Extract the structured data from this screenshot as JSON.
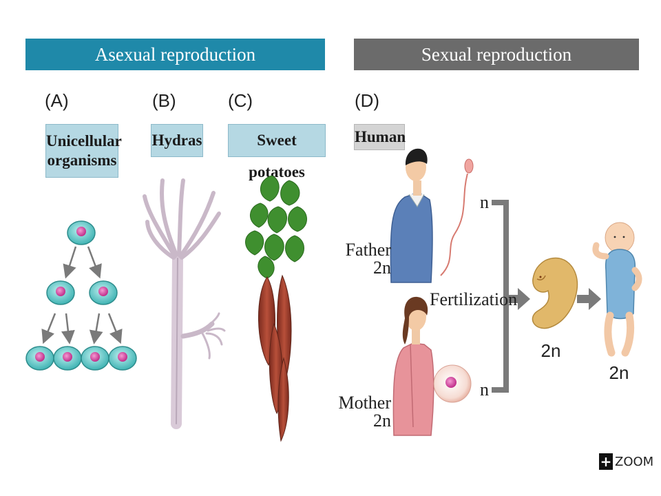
{
  "headers": {
    "asexual": "Asexual reproduction",
    "sexual": "Sexual reproduction"
  },
  "panels": [
    {
      "letter": "(A)",
      "label_line1": "Unicellular",
      "label_line2": "organisms"
    },
    {
      "letter": "(B)",
      "label": "Hydras"
    },
    {
      "letter": "(C)",
      "label": "Sweet potatoes"
    },
    {
      "letter": "(D)",
      "label": "Human"
    }
  ],
  "human": {
    "father": "Father",
    "father_ploidy": "2n",
    "mother": "Mother",
    "mother_ploidy": "2n",
    "sperm_ploidy": "n",
    "egg_ploidy": "n",
    "fertilization": "Fertilization",
    "embryo_ploidy": "2n",
    "baby_ploidy": "2n"
  },
  "zoom": {
    "label": "ZOOM",
    "icon": "+"
  },
  "colors": {
    "asexual_header": "#1f89a9",
    "sexual_header": "#6b6b6b",
    "label_box": "#b5d8e3",
    "arrow": "#7a7a7a"
  }
}
